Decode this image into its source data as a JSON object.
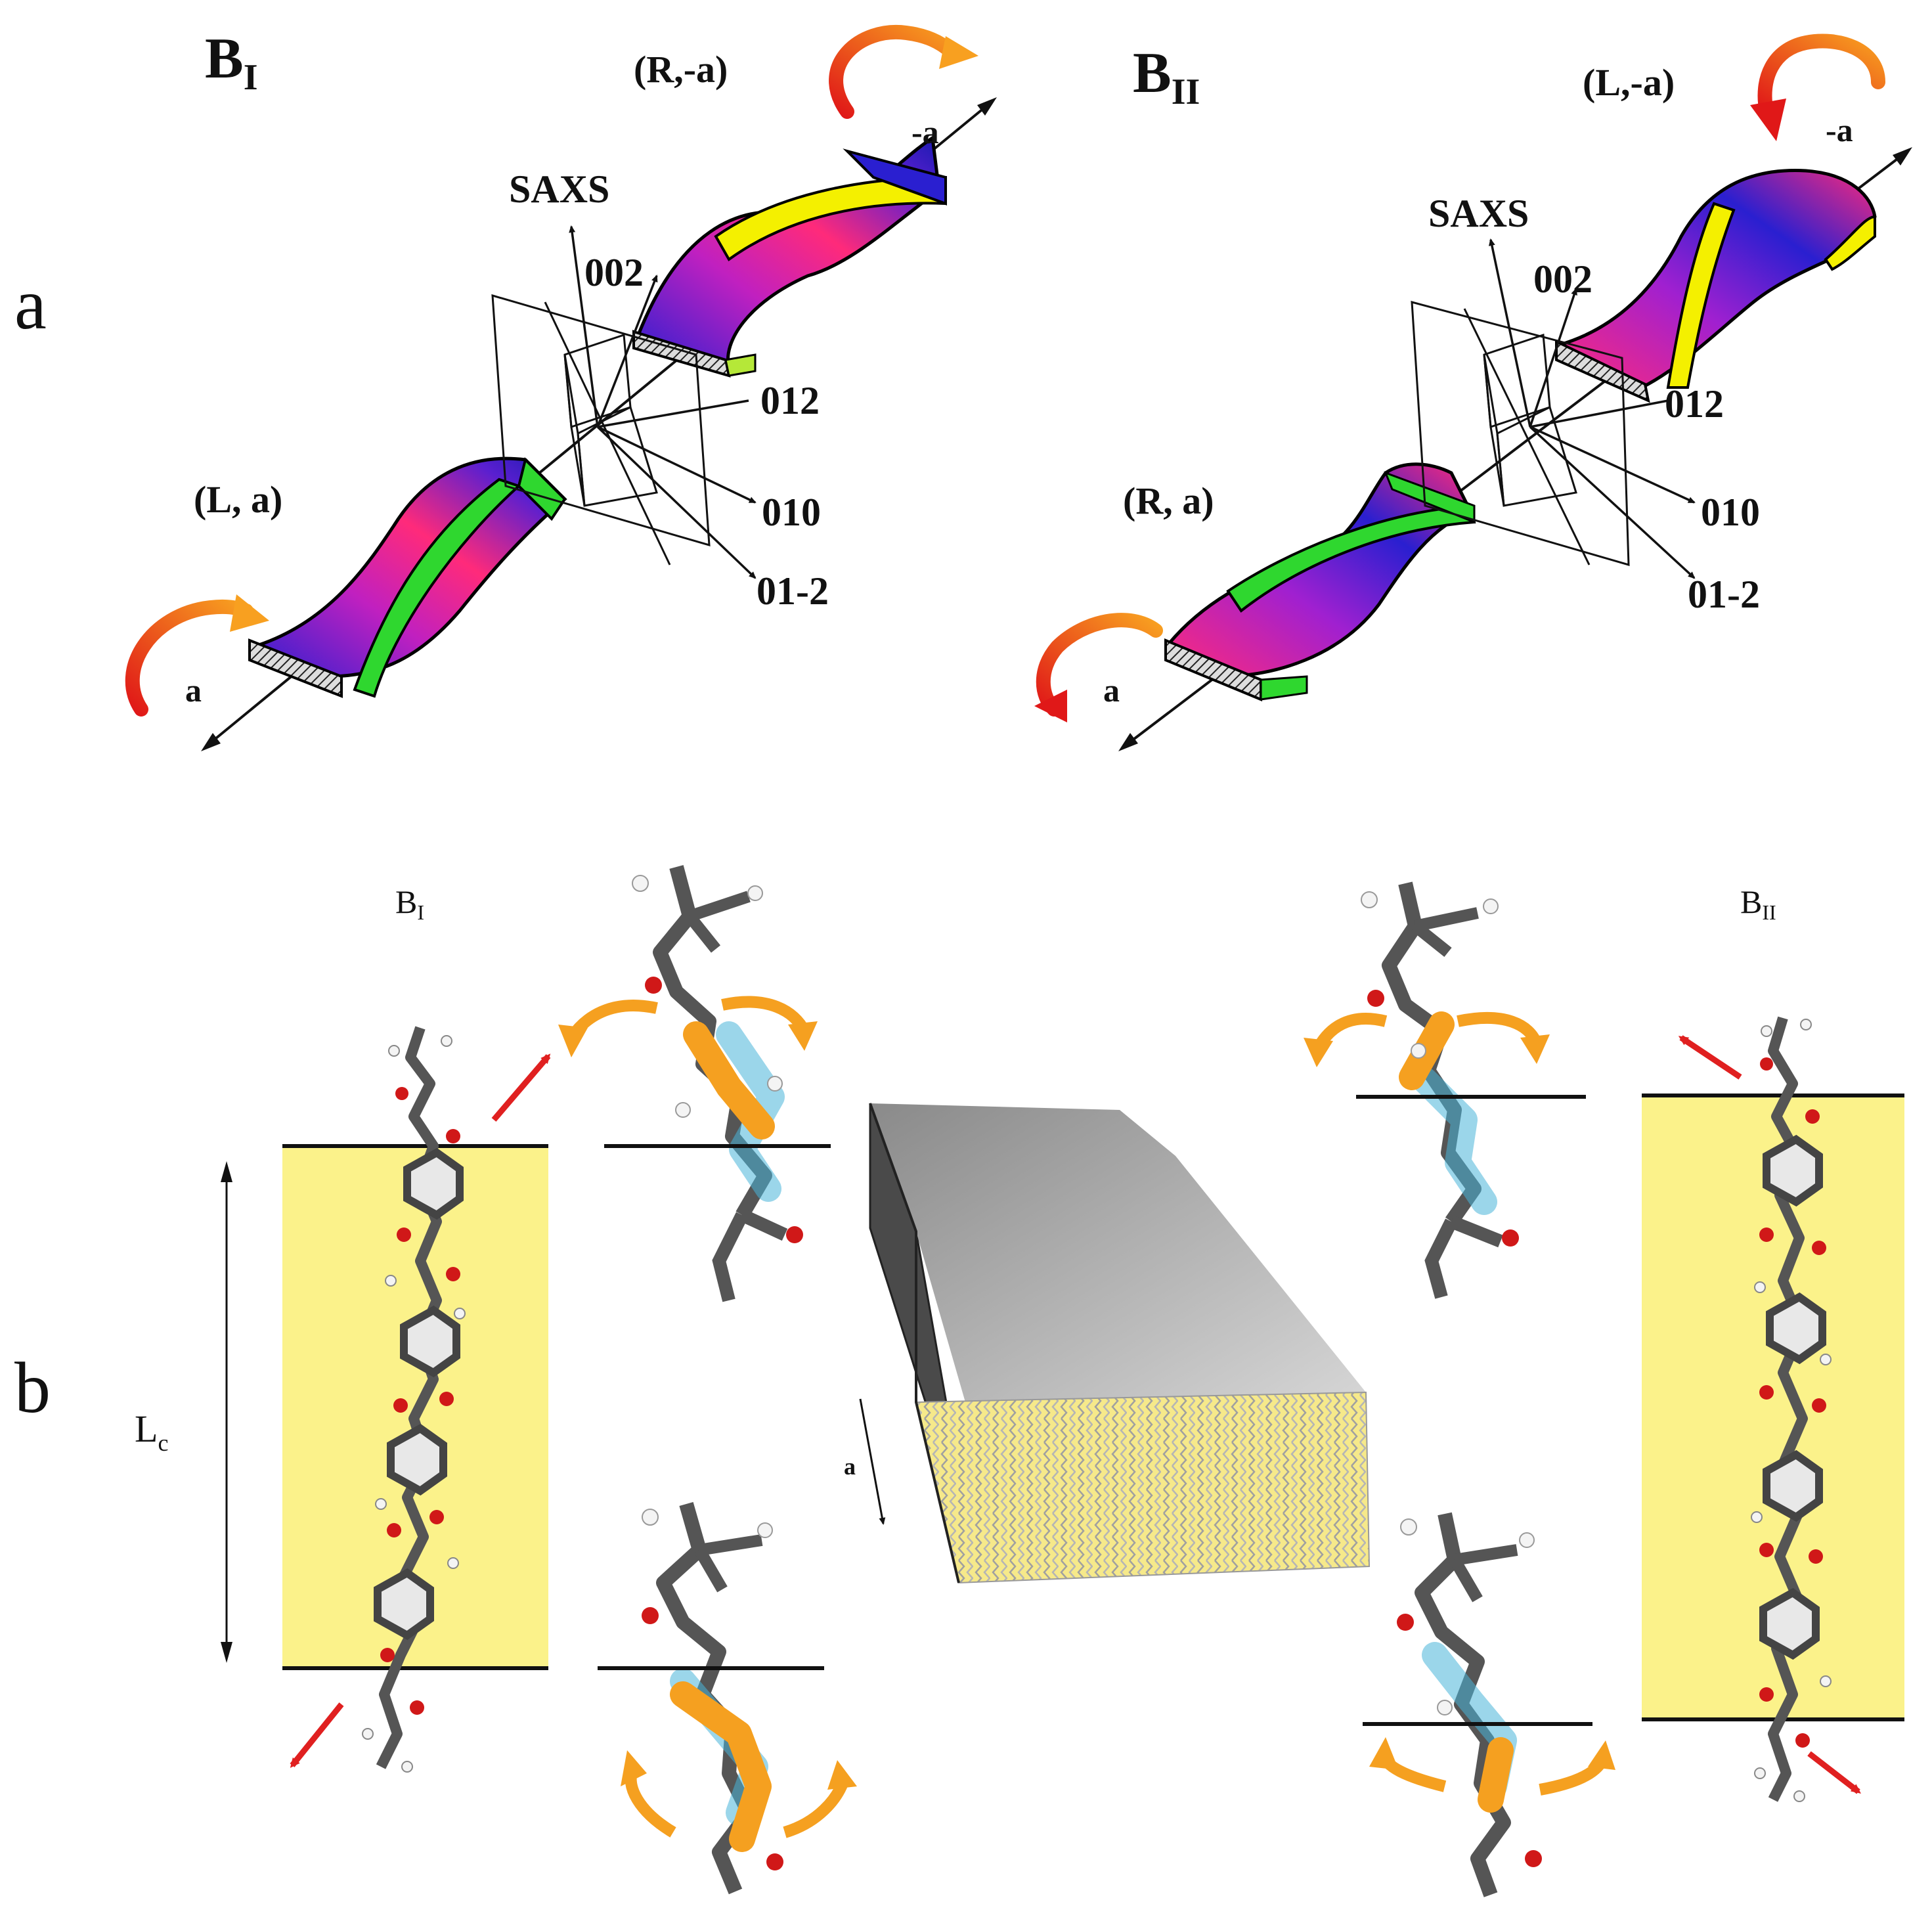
{
  "panel_labels": {
    "a": "a",
    "b": "b"
  },
  "panel_a": {
    "left": {
      "title_main": "B",
      "title_sub": "I",
      "top_end": "(R,-a)",
      "bottom_end": "(L, a)",
      "top_axis": "-a",
      "bottom_axis": "a",
      "saxs": "SAXS",
      "reflections": [
        "002",
        "012",
        "010",
        "01-2"
      ]
    },
    "right": {
      "title_main": "B",
      "title_sub": "II",
      "top_end": "(L,-a)",
      "bottom_end": "(R, a)",
      "top_axis": "-a",
      "bottom_axis": "a",
      "saxs": "SAXS",
      "reflections": [
        "002",
        "012",
        "010",
        "01-2"
      ]
    }
  },
  "panel_b": {
    "left_title_main": "B",
    "left_title_sub": "I",
    "right_title_main": "B",
    "right_title_sub": "II",
    "length_label_main": "L",
    "length_label_sub": "c",
    "slab_axis": "a"
  },
  "colors": {
    "lamella_fill": "#fbf28a",
    "ribbon_magenta": "#ff2a7a",
    "ribbon_blue": "#2a1fd0",
    "ribbon_yellow": "#f4f000",
    "ribbon_green": "#2fd72f",
    "rotation_arrow": "#f08a1a",
    "chain_arrow": "#e02020",
    "fold_highlight": "#f5a020",
    "fold_glow": "#48b4d8"
  }
}
